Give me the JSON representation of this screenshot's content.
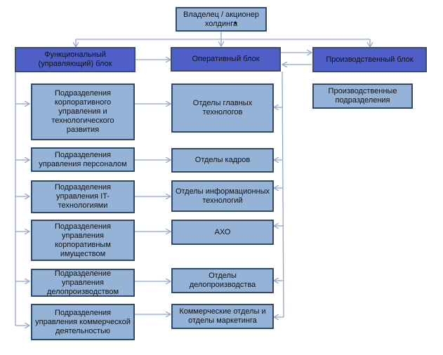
{
  "diagram": {
    "owner": {
      "label": "Владелец / акционер холдинга",
      "note_marker": "*"
    },
    "blocks": {
      "functional": "Функциональный (управляющий) блок",
      "operational": "Оперативный блок",
      "production": "Производственный блок"
    },
    "functional_units": [
      "Подразделения корпоративного управления и технологического развития",
      "Подразделения управления персоналом",
      "Подразделения управления IT-технологиями",
      "Подразделения управления корпоративным имуществом",
      "Подразделение управления делопроизводством",
      "Подразделения управления коммерческой деятельностью"
    ],
    "operational_units": [
      "Отделы главных технологов",
      "Отделы кадров",
      "Отделы информационных технологий",
      "АХО",
      "Отделы делопроизводства",
      "Коммерческие отделы и отделы маркетинга"
    ],
    "production_units": [
      "Производственные подразделения"
    ],
    "colors": {
      "block_fill": "#4f5fc8",
      "unit_fill": "#95b3d7",
      "border": "#2f4a6e",
      "connector": "#8ea6cf"
    }
  }
}
